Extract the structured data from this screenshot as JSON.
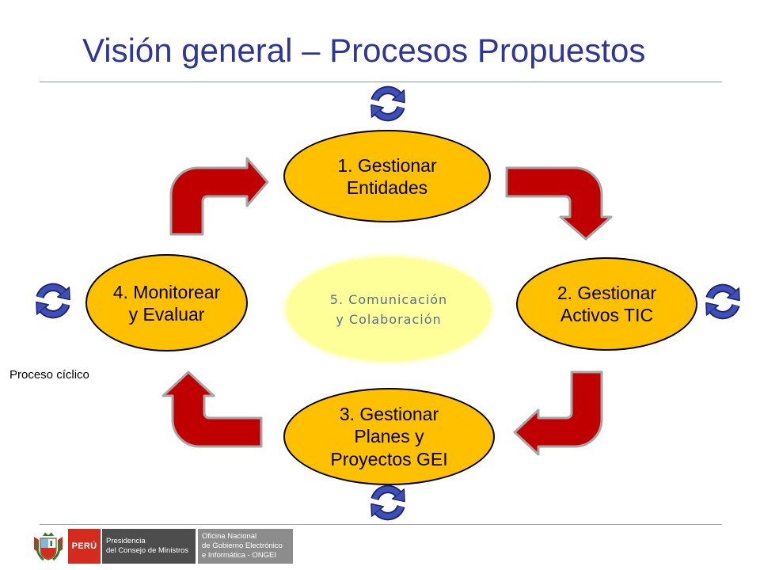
{
  "slide": {
    "title": "Visión general – Procesos Propuestos"
  },
  "nodes": [
    {
      "lines": [
        "1. Gestionar",
        "Entidades"
      ]
    },
    {
      "lines": [
        "2. Gestionar",
        "Activos TIC"
      ]
    },
    {
      "lines": [
        "3. Gestionar",
        "Planes y",
        "Proyectos GEI"
      ]
    },
    {
      "lines": [
        "4. Monitorear",
        "y Evaluar"
      ]
    }
  ],
  "center_node": {
    "lines": [
      "5. Comunicación",
      "y Colaboración"
    ]
  },
  "cycle_note": {
    "label": "Proceso cíclico"
  },
  "footer": {
    "country_label": "PERÚ",
    "institution_lines": [
      "Presidencia",
      "del Consejo de Ministros"
    ],
    "office_lines": [
      "Oficina Nacional",
      "de Gobierno Electrónico",
      "e Informática - ONGEI"
    ]
  },
  "icons": {
    "cycle": "refresh-cycle-icon",
    "flow_arrow": "bent-arrow-icon",
    "emblem": "peru-coat-of-arms-icon"
  },
  "colors": {
    "title": "#2F3699",
    "divider": "#8391B5",
    "footer_divider": "#A6A6A6",
    "node_fill": "#FFC000",
    "node_outline": "#000000",
    "center_fill": "#FFFF99",
    "center_text": "#55708E",
    "arrow_fill": "#C00000",
    "arrow_outline": "#A6A6A6",
    "cycle_fill": "#3F4FB8",
    "cycle_outline": "#1C246E",
    "peru_red": "#D52B1E",
    "pcm_gray": "#4D4D4D",
    "ongei_gray": "#8C8C8C"
  }
}
